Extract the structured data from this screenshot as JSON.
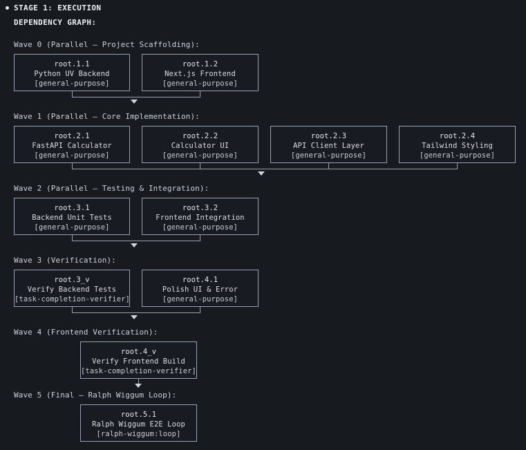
{
  "header": {
    "bullet_icon": "dot-icon",
    "stage_title": "STAGE 1: EXECUTION",
    "section_title": "DEPENDENCY GRAPH:"
  },
  "theme": {
    "background": "#171b20",
    "text": "#d8dde3",
    "border": "#9aa3ad",
    "arrow": "#cfd5db"
  },
  "waves": [
    {
      "label": "Wave 0 (Parallel – Project Scaffolding):",
      "nodes": [
        {
          "id": "root.1.1",
          "title": "Python UV Backend",
          "agent": "[general-purpose]"
        },
        {
          "id": "root.1.2",
          "title": "Next.js Frontend",
          "agent": "[general-purpose]"
        }
      ]
    },
    {
      "label": "Wave 1 (Parallel – Core Implementation):",
      "nodes": [
        {
          "id": "root.2.1",
          "title": "FastAPI Calculator",
          "agent": "[general-purpose]"
        },
        {
          "id": "root.2.2",
          "title": "Calculator UI",
          "agent": "[general-purpose]"
        },
        {
          "id": "root.2.3",
          "title": "API Client Layer",
          "agent": "[general-purpose]"
        },
        {
          "id": "root.2.4",
          "title": "Tailwind Styling",
          "agent": "[general-purpose]"
        }
      ]
    },
    {
      "label": "Wave 2 (Parallel – Testing & Integration):",
      "nodes": [
        {
          "id": "root.3.1",
          "title": "Backend Unit Tests",
          "agent": "[general-purpose]"
        },
        {
          "id": "root.3.2",
          "title": "Frontend Integration",
          "agent": "[general-purpose]"
        }
      ]
    },
    {
      "label": "Wave 3 (Verification):",
      "nodes": [
        {
          "id": "root.3_v",
          "title": "Verify Backend Tests",
          "agent": "[task-completion-verifier]"
        },
        {
          "id": "root.4.1",
          "title": "Polish UI & Error",
          "agent": "[general-purpose]"
        }
      ]
    },
    {
      "label": "Wave 4 (Frontend Verification):",
      "nodes": [
        {
          "id": "root.4_v",
          "title": "Verify Frontend Build",
          "agent": "[task-completion-verifier]"
        }
      ]
    },
    {
      "label": "Wave 5 (Final – Ralph Wiggum Loop):",
      "nodes": [
        {
          "id": "root.5.1",
          "title": "Ralph Wiggum E2E Loop",
          "agent": "[ralph-wiggum:loop]"
        }
      ]
    }
  ]
}
